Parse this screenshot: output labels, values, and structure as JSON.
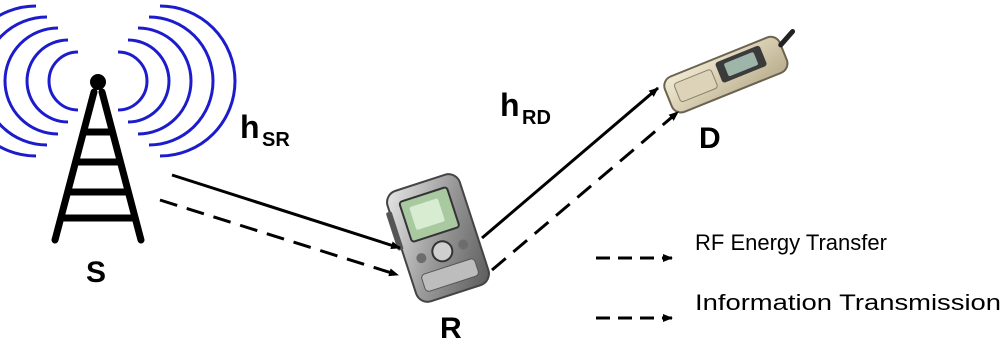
{
  "nodes": {
    "source": {
      "label": "S"
    },
    "relay": {
      "label": "R"
    },
    "destination": {
      "label": "D"
    }
  },
  "channels": {
    "sr": {
      "main": "h",
      "sub": "SR"
    },
    "rd": {
      "main": "h",
      "sub": "RD"
    }
  },
  "legend": {
    "rf_energy": "RF Energy Transfer",
    "information": "Information Transmission"
  },
  "colors": {
    "antenna_waves": "#1c1ccc",
    "tower": "#000000",
    "arrows": "#000000"
  }
}
